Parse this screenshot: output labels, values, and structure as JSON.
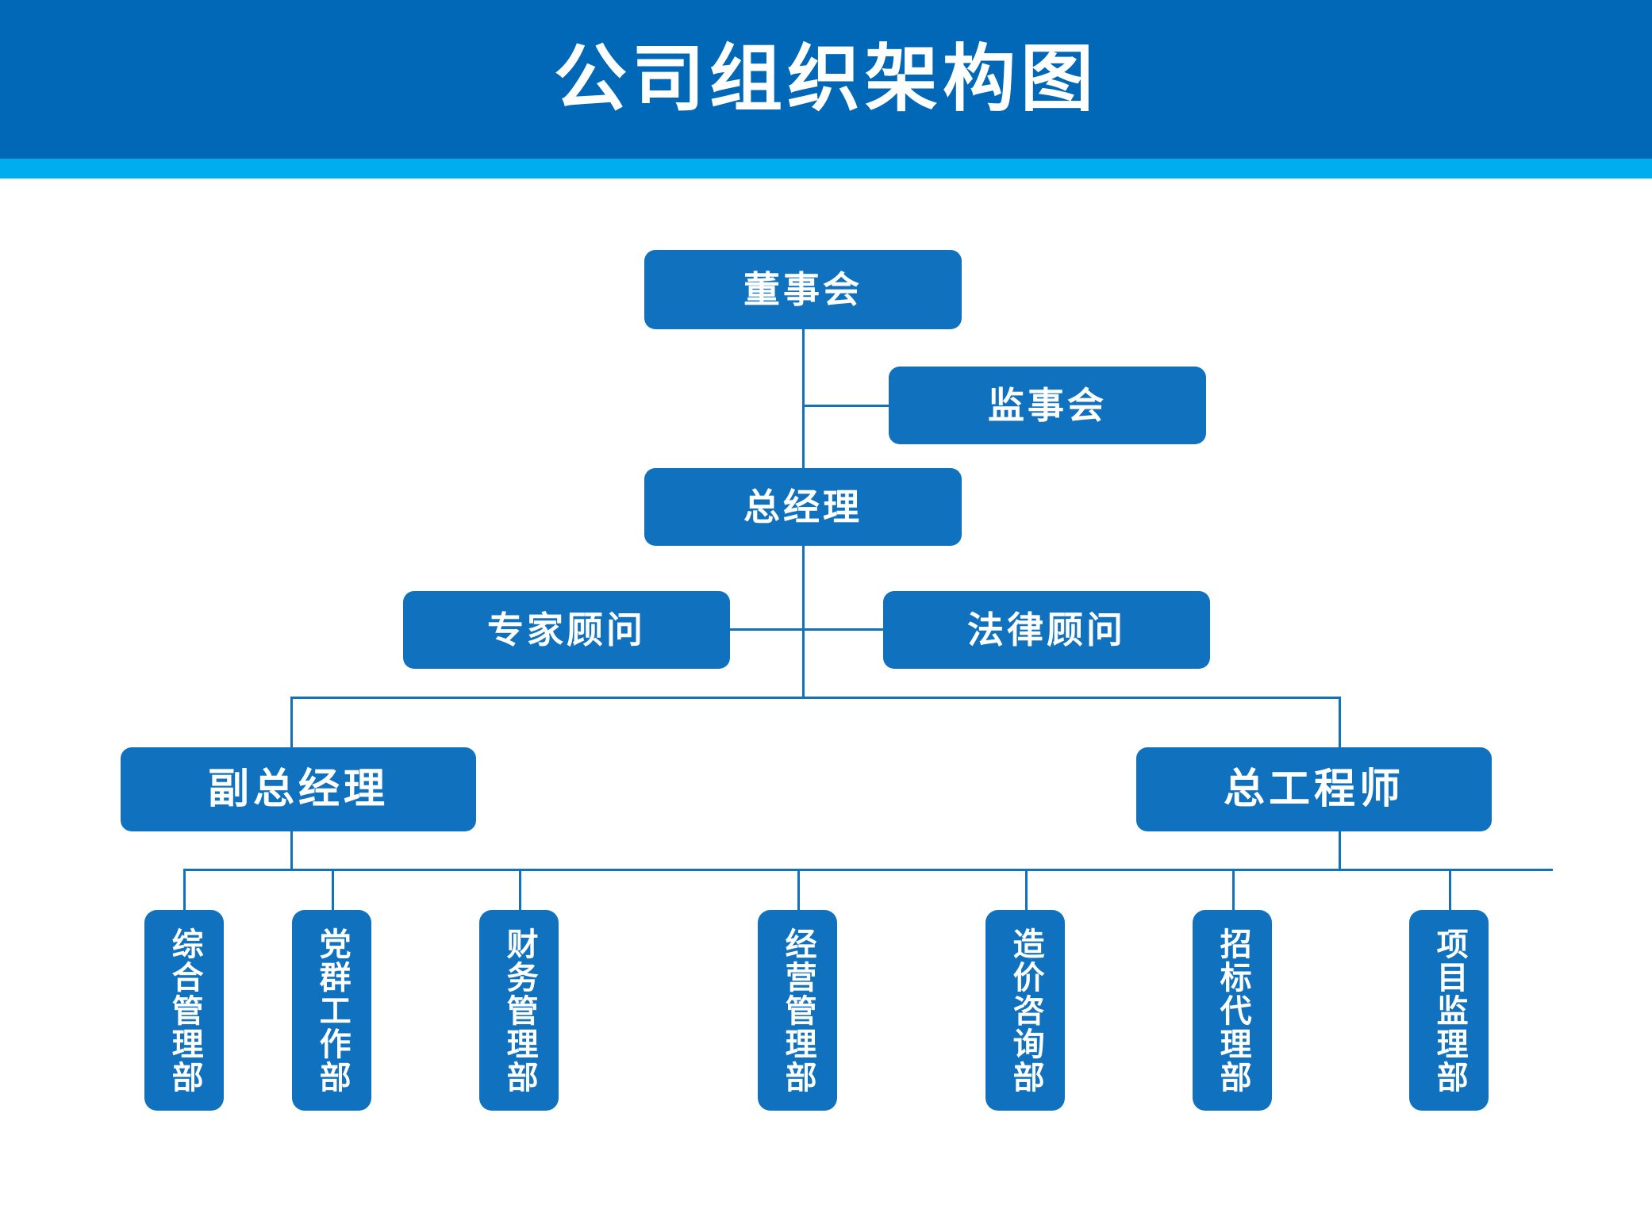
{
  "header": {
    "title": "公司组织架构图",
    "bar_color": "#0068B7",
    "accent_color": "#00AEEF",
    "title_color": "#FFFFFF"
  },
  "theme": {
    "node_color": "#1071BE",
    "line_color": "#1071BE",
    "background": "#FFFFFF",
    "node_text_color": "#FFFFFF"
  },
  "chart_data": {
    "type": "diagram",
    "title": "公司组织架构图",
    "orientation": "top-down",
    "nodes": [
      {
        "id": "board",
        "label": "董事会",
        "level": 1,
        "parent": null
      },
      {
        "id": "supervisors",
        "label": "监事会",
        "level": 1,
        "parent": "board"
      },
      {
        "id": "gm",
        "label": "总经理",
        "level": 2,
        "parent": "board"
      },
      {
        "id": "expert",
        "label": "专家顾问",
        "level": 3,
        "parent": "gm"
      },
      {
        "id": "legal",
        "label": "法律顾问",
        "level": 3,
        "parent": "gm"
      },
      {
        "id": "deputy_gm",
        "label": "副总经理",
        "level": 4,
        "parent": "gm"
      },
      {
        "id": "chief_eng",
        "label": "总工程师",
        "level": 4,
        "parent": "gm"
      },
      {
        "id": "dept1",
        "label": "综合管理部",
        "level": 5,
        "parent": "deputy_gm"
      },
      {
        "id": "dept2",
        "label": "党群工作部",
        "level": 5,
        "parent": "deputy_gm"
      },
      {
        "id": "dept3",
        "label": "财务管理部",
        "level": 5,
        "parent": "deputy_gm"
      },
      {
        "id": "dept4",
        "label": "经营管理部",
        "level": 5,
        "parent": "deputy_gm"
      },
      {
        "id": "dept5",
        "label": "造价咨询部",
        "level": 5,
        "parent": "chief_eng"
      },
      {
        "id": "dept6",
        "label": "招标代理部",
        "level": 5,
        "parent": "chief_eng"
      },
      {
        "id": "dept7",
        "label": "项目监理部",
        "level": 5,
        "parent": "chief_eng"
      }
    ]
  },
  "nodes": {
    "board": "董事会",
    "supervisors": "监事会",
    "gm": "总经理",
    "expert": "专家顾问",
    "legal": "法律顾问",
    "deputy_gm": "副总经理",
    "chief_eng": "总工程师"
  },
  "departments": [
    {
      "label": "综合管理部"
    },
    {
      "label": "党群工作部"
    },
    {
      "label": "财务管理部"
    },
    {
      "label": "经营管理部"
    },
    {
      "label": "造价咨询部"
    },
    {
      "label": "招标代理部"
    },
    {
      "label": "项目监理部"
    }
  ]
}
